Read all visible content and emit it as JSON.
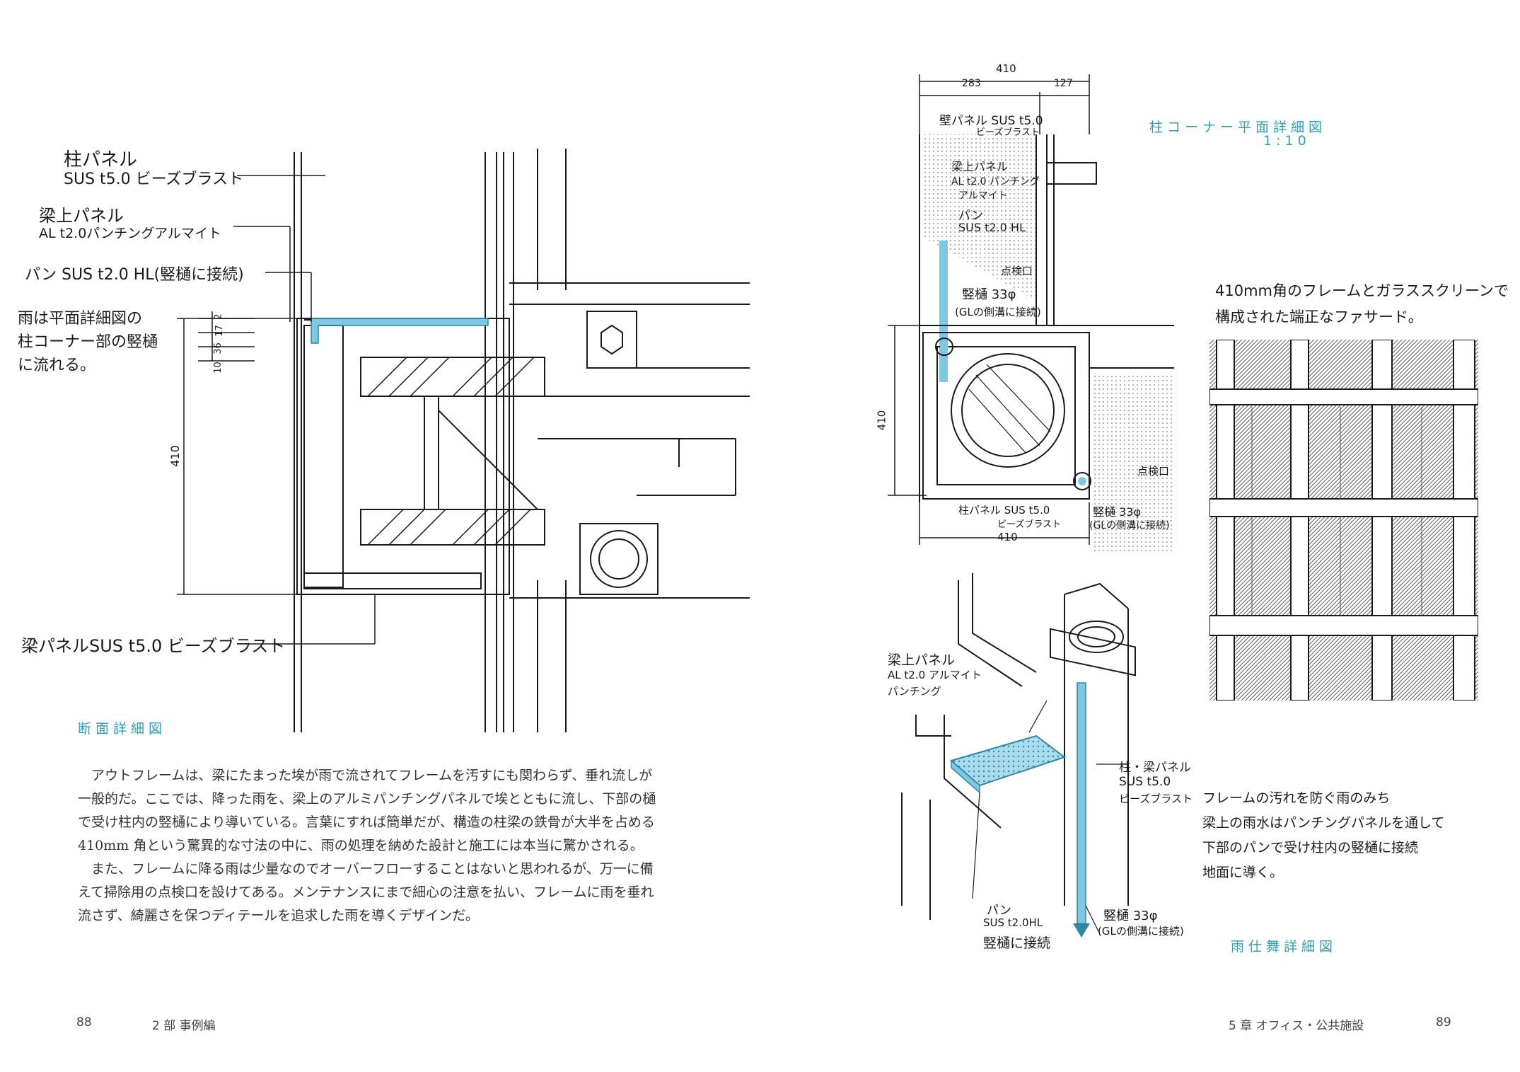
{
  "left_page": {
    "drawing": {
      "labels": {
        "column_panel_1": "柱パネル",
        "column_panel_2": "SUS t5.0 ビーズブラスト",
        "beam_top_panel_1": "梁上パネル",
        "beam_top_panel_2": "AL t2.0パンチングアルマイト",
        "pan": "パン SUS t2.0 HL(竪樋に接続)",
        "note_1": "雨は平面詳細図の",
        "note_2": "柱コーナー部の竪樋",
        "note_3": "に流れる。",
        "beam_panel": "梁パネルSUS t5.0 ビーズブラスト"
      },
      "dims": {
        "total": "410",
        "d1": "10",
        "d2": "36",
        "d3": "17",
        "d4": "2"
      }
    },
    "caption": "断面詳細図",
    "paragraph_1": "アウトフレームは、梁にたまった埃が雨で流されてフレームを汚すにも関わらず、垂れ流しが一般的だ。ここでは、降った雨を、梁上のアルミパンチングパネルで埃とともに流し、下部の樋で受け柱内の竪樋により導いている。言葉にすれば簡単だが、構造の柱梁の鉄骨が大半を占める410mm 角という驚異的な寸法の中に、雨の処理を納めた設計と施工には本当に驚かされる。",
    "paragraph_2": "また、フレームに降る雨は少量なのでオーバーフローすることはないと思われるが、万一に備えて掃除用の点検口を設けてある。メンテナンスにまで細心の注意を払い、フレームに雨を垂れ流さず、綺麗さを保つディテールを追求した雨を導くデザインだ。",
    "folio_number": "88",
    "folio_section": "2 部 事例編"
  },
  "right_page": {
    "plan": {
      "title": "柱コーナー平面詳細図",
      "scale": "1:10",
      "dims": {
        "top_total": "410",
        "top_a": "283",
        "top_b": "127",
        "side": "410",
        "bottom": "410"
      },
      "labels": {
        "wall_panel_1": "壁パネル SUS t5.0",
        "wall_panel_2": "ビーズブラスト",
        "beam_top_1": "梁上パネル",
        "beam_top_2": "AL t2.0 パンチング",
        "beam_top_3": "アルマイト",
        "pan_1": "パン",
        "pan_2": "SUS t2.0 HL",
        "inspection_1": "点検口",
        "downpipe_1": "竪樋 33φ",
        "downpipe_1b": "(GLの側溝に接続)",
        "inspection_2": "点検口",
        "col_panel_1": "柱パネル SUS t5.0",
        "col_panel_2": "ビーズブラスト",
        "downpipe_2": "竪樋 33φ",
        "downpipe_2b": "(GLの側溝に接続)"
      }
    },
    "facade": {
      "caption_1": "410mm角のフレームとガラススクリーンで",
      "caption_2": "構成された端正なファサード。"
    },
    "axo": {
      "labels": {
        "beam_top_1": "梁上パネル",
        "beam_top_2": "AL t2.0 アルマイト",
        "beam_top_3": "パンチング",
        "col_beam_1": "柱・梁パネル",
        "col_beam_2": "SUS t5.0",
        "col_beam_3": "ビーズブラスト",
        "pan_1": "パン",
        "pan_2": "SUS t2.0HL",
        "pan_3": "竪樋に接続",
        "downpipe_1": "竪樋 33φ",
        "downpipe_2": "(GLの側溝に接続)"
      },
      "note_1": "フレームの汚れを防ぐ雨のみち",
      "note_2": "梁上の雨水はパンチングパネルを通して",
      "note_3": "下部のパンで受け柱内の竪樋に接続",
      "note_4": "地面に導く。",
      "caption": "雨仕舞詳細図"
    },
    "folio_chapter": "5 章 オフィス・公共施設",
    "folio_number": "89"
  },
  "colors": {
    "accent": "#2f9fb3",
    "water": "#7ec8e3",
    "ink": "#1a1a1a"
  }
}
